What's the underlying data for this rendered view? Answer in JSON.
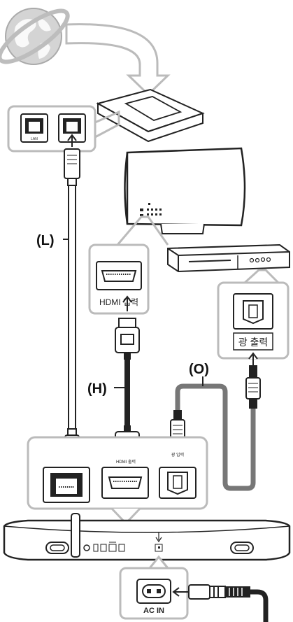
{
  "router_ports": {
    "lan_label": "LAN"
  },
  "cable_labels": {
    "lan": "(L)",
    "hdmi": "(H)",
    "optical": "(O)"
  },
  "tv_panel": {
    "hdmi_label": "HDMI 입력"
  },
  "player_panel": {
    "optical_label": "광 출력"
  },
  "soundbar_panel": {
    "hdmi_label": "HDMI 출력",
    "optical_label": "광 입력"
  },
  "power_panel": {
    "ac_label": "AC IN"
  }
}
